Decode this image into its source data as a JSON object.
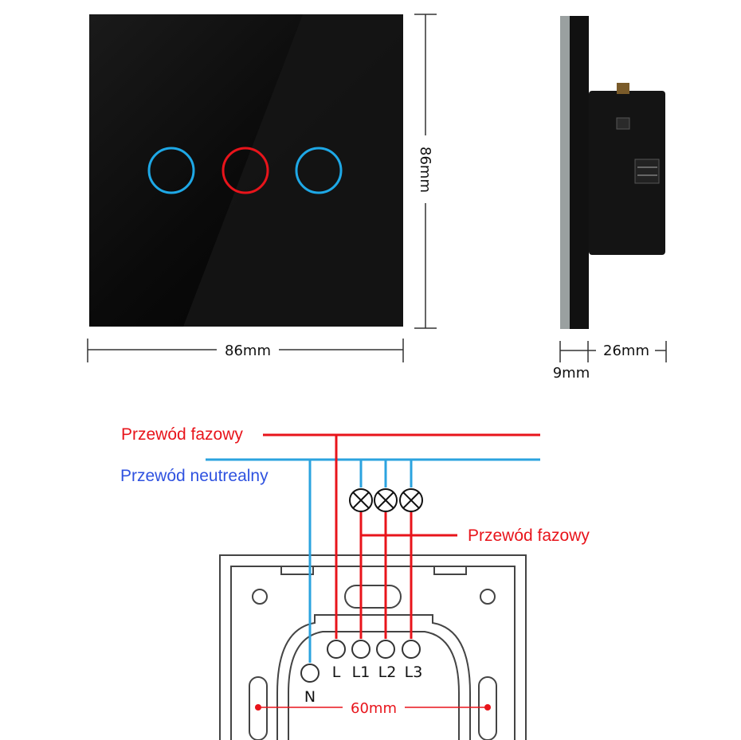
{
  "front_view": {
    "width_label": "86mm",
    "height_label": "86mm",
    "button_colors": [
      "#1ea8e6",
      "#e8141b",
      "#1ea8e6"
    ],
    "panel_color": "#050505"
  },
  "side_view": {
    "depth_label": "26mm",
    "plate_label": "9mm"
  },
  "wiring": {
    "phase_top_label": "Przewód fazowy",
    "neutral_label": "Przewód neutrealny",
    "phase_right_label": "Przewód fazowy",
    "terminals": [
      "N",
      "L",
      "L1",
      "L2",
      "L3"
    ],
    "mount_spacing_label": "60mm",
    "phase_color": "#e8141b",
    "neutral_color": "#2ba3df"
  }
}
